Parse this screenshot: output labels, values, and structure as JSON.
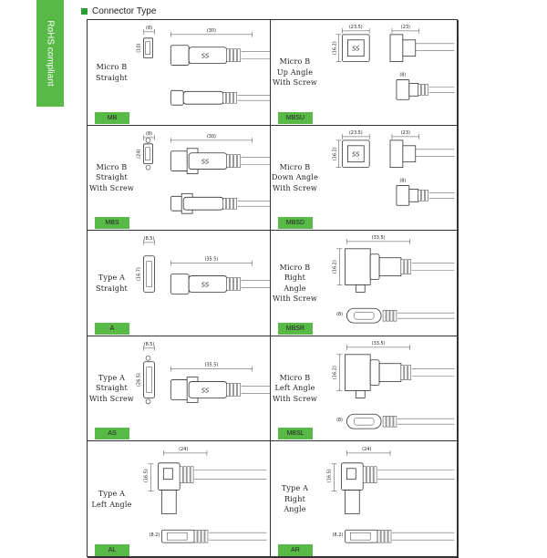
{
  "sidebar": {
    "text": "RoHS compliant"
  },
  "header": {
    "title": "Connector Type"
  },
  "colors": {
    "accent": "#58b947",
    "header_square": "#2e9e3a"
  },
  "left": [
    {
      "name": "Micro B\nStraight",
      "code": "MB",
      "dims": [
        "(8)",
        "(30)",
        "(10)"
      ]
    },
    {
      "name": "Micro B\nStraight\nWith Screw",
      "code": "MBS",
      "dims": [
        "(8)",
        "(30)",
        "(24)"
      ]
    },
    {
      "name": "Type A\nStraight",
      "code": "A",
      "dims": [
        "(8.5)",
        "(35.5)",
        "(16.7)"
      ]
    },
    {
      "name": "Type A\nStraight\nWith Screw",
      "code": "AS",
      "dims": [
        "(8.5)",
        "(35.5)",
        "(26.5)"
      ]
    },
    {
      "name": "Type A\nLeft Angle",
      "code": "AL",
      "dims": [
        "(24)",
        "(16.5)",
        "(8.2)"
      ]
    }
  ],
  "right": [
    {
      "name": "Micro B\nUp Angle\nWith Screw",
      "code": "MBSU",
      "dims": [
        "(23.5)",
        "(23)",
        "(8)",
        "(16.2)"
      ]
    },
    {
      "name": "Micro B\nDown Angle\nWith Screw",
      "code": "MBSD",
      "dims": [
        "(23.5)",
        "(23)",
        "(8)",
        "(16.2)"
      ]
    },
    {
      "name": "Micro B\nRight\nAngle\nWith Screw",
      "code": "MBSR",
      "dims": [
        "(33.5)",
        "(16.2)",
        "(8)"
      ]
    },
    {
      "name": "Micro B\nLeft Angle\nWith Screw",
      "code": "MBSL",
      "dims": [
        "(33.5)",
        "(16.2)",
        "(8)"
      ]
    },
    {
      "name": "Type A\nRight\nAngle",
      "code": "AR",
      "dims": [
        "(24)",
        "(16.5)",
        "(8.2)"
      ]
    }
  ]
}
